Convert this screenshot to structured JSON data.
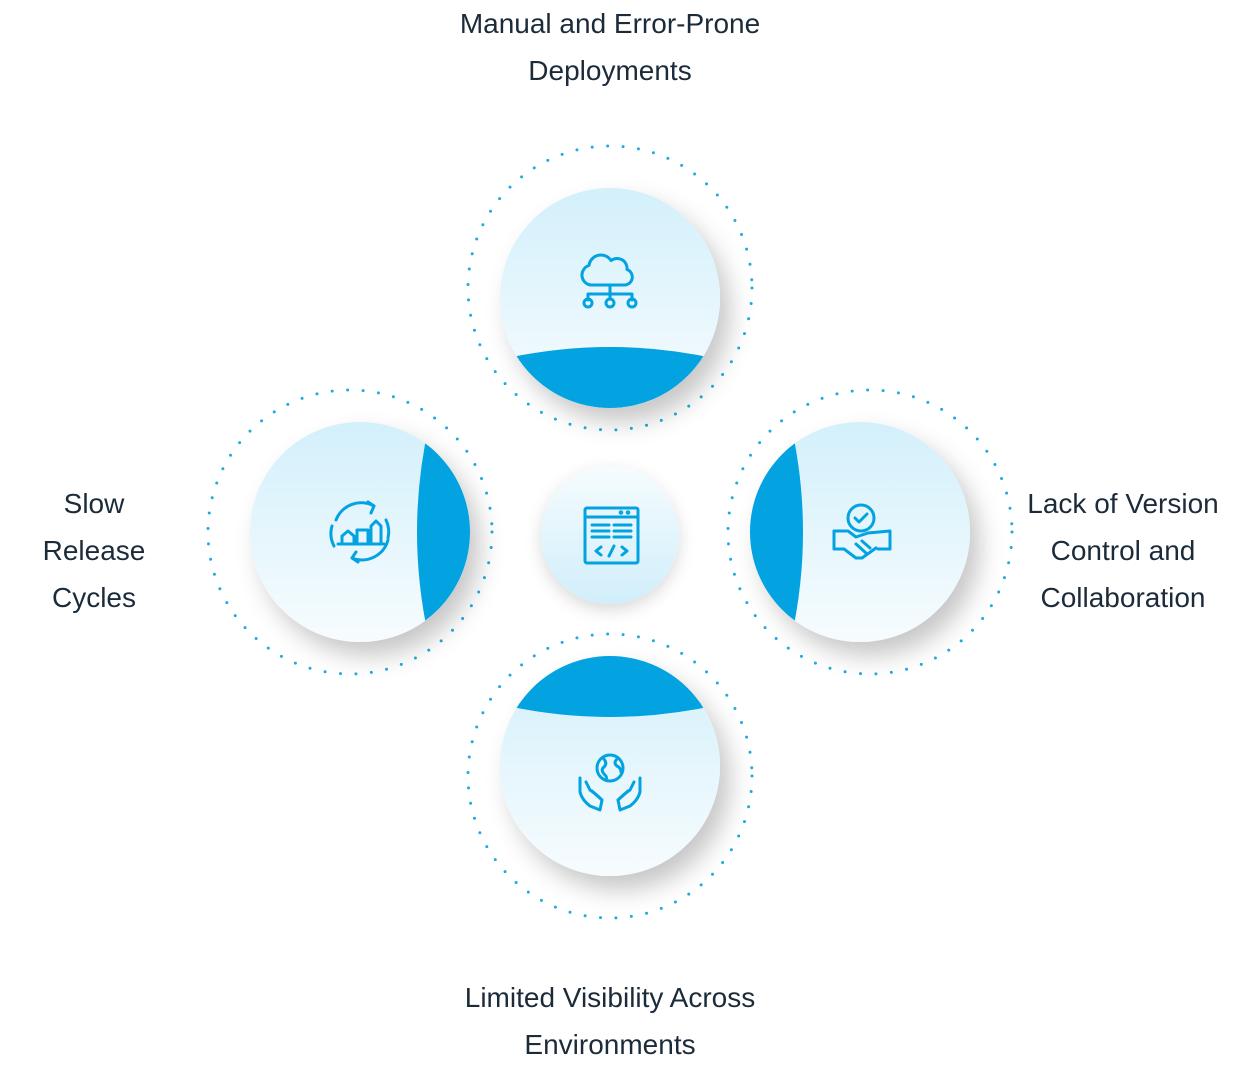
{
  "center": {
    "icon": "code-window-icon"
  },
  "items": {
    "top": {
      "lines": [
        "Manual and Error-Prone",
        "Deployments"
      ],
      "icon": "cloud-network-icon"
    },
    "left": {
      "lines": [
        "Slow",
        "Release",
        "Cycles"
      ],
      "icon": "growth-cycle-icon"
    },
    "right": {
      "lines": [
        "Lack of Version",
        "Control and",
        "Collaboration"
      ],
      "icon": "handshake-check-icon"
    },
    "bottom": {
      "lines": [
        "Limited Visibility Across",
        "Environments"
      ],
      "icon": "hands-globe-icon"
    }
  },
  "colors": {
    "accent": "#03a2e0",
    "circle_top": "#d3f0fb",
    "circle_bottom": "#f7fcfe",
    "text": "#1c2b3a",
    "dots": "#21a9e1"
  }
}
